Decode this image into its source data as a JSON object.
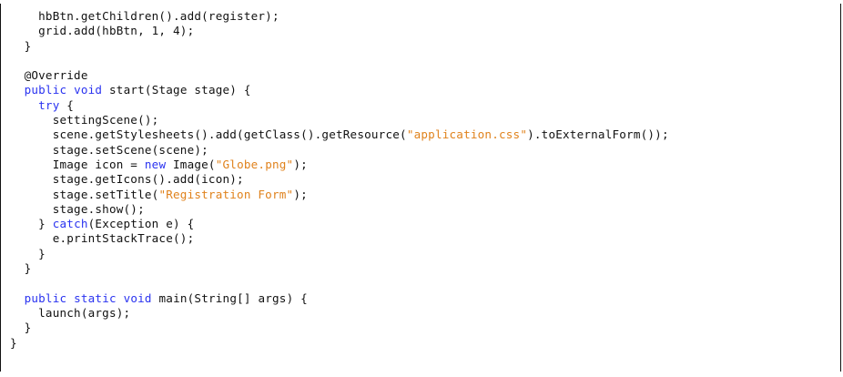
{
  "code": {
    "colors": {
      "keyword": "#2a33f0",
      "string": "#e0821c",
      "text": "#111111"
    },
    "lines": [
      {
        "indent": "    ",
        "tokens": [
          {
            "t": "plain",
            "v": "hbBtn.getChildren().add(register);"
          }
        ]
      },
      {
        "indent": "    ",
        "tokens": [
          {
            "t": "plain",
            "v": "grid.add(hbBtn, 1, 4);"
          }
        ]
      },
      {
        "indent": "  ",
        "tokens": [
          {
            "t": "plain",
            "v": "}"
          }
        ]
      },
      {
        "indent": "",
        "tokens": []
      },
      {
        "indent": "  ",
        "tokens": [
          {
            "t": "plain",
            "v": "@Override"
          }
        ]
      },
      {
        "indent": "  ",
        "tokens": [
          {
            "t": "keyword",
            "v": "public"
          },
          {
            "t": "plain",
            "v": " "
          },
          {
            "t": "keyword",
            "v": "void"
          },
          {
            "t": "plain",
            "v": " start(Stage stage) {"
          }
        ]
      },
      {
        "indent": "    ",
        "tokens": [
          {
            "t": "keyword",
            "v": "try"
          },
          {
            "t": "plain",
            "v": " {"
          }
        ]
      },
      {
        "indent": "      ",
        "tokens": [
          {
            "t": "plain",
            "v": "settingScene();"
          }
        ]
      },
      {
        "indent": "      ",
        "tokens": [
          {
            "t": "plain",
            "v": "scene.getStylesheets().add(getClass().getResource("
          },
          {
            "t": "string",
            "v": "\"application.css\""
          },
          {
            "t": "plain",
            "v": ").toExternalForm());"
          }
        ]
      },
      {
        "indent": "      ",
        "tokens": [
          {
            "t": "plain",
            "v": "stage.setScene(scene);"
          }
        ]
      },
      {
        "indent": "      ",
        "tokens": [
          {
            "t": "plain",
            "v": "Image icon = "
          },
          {
            "t": "keyword",
            "v": "new"
          },
          {
            "t": "plain",
            "v": " Image("
          },
          {
            "t": "string",
            "v": "\"Globe.png\""
          },
          {
            "t": "plain",
            "v": ");"
          }
        ]
      },
      {
        "indent": "      ",
        "tokens": [
          {
            "t": "plain",
            "v": "stage.getIcons().add(icon);"
          }
        ]
      },
      {
        "indent": "      ",
        "tokens": [
          {
            "t": "plain",
            "v": "stage.setTitle("
          },
          {
            "t": "string",
            "v": "\"Registration Form\""
          },
          {
            "t": "plain",
            "v": ");"
          }
        ]
      },
      {
        "indent": "      ",
        "tokens": [
          {
            "t": "plain",
            "v": "stage.show();"
          }
        ]
      },
      {
        "indent": "    ",
        "tokens": [
          {
            "t": "plain",
            "v": "} "
          },
          {
            "t": "keyword",
            "v": "catch"
          },
          {
            "t": "plain",
            "v": "(Exception e) {"
          }
        ]
      },
      {
        "indent": "      ",
        "tokens": [
          {
            "t": "plain",
            "v": "e.printStackTrace();"
          }
        ]
      },
      {
        "indent": "    ",
        "tokens": [
          {
            "t": "plain",
            "v": "}"
          }
        ]
      },
      {
        "indent": "  ",
        "tokens": [
          {
            "t": "plain",
            "v": "}"
          }
        ]
      },
      {
        "indent": "",
        "tokens": []
      },
      {
        "indent": "  ",
        "tokens": [
          {
            "t": "keyword",
            "v": "public"
          },
          {
            "t": "plain",
            "v": " "
          },
          {
            "t": "keyword",
            "v": "static"
          },
          {
            "t": "plain",
            "v": " "
          },
          {
            "t": "keyword",
            "v": "void"
          },
          {
            "t": "plain",
            "v": " main(String[] args) {"
          }
        ]
      },
      {
        "indent": "    ",
        "tokens": [
          {
            "t": "plain",
            "v": "launch(args);"
          }
        ]
      },
      {
        "indent": "  ",
        "tokens": [
          {
            "t": "plain",
            "v": "}"
          }
        ]
      },
      {
        "indent": "",
        "tokens": [
          {
            "t": "plain",
            "v": "}"
          }
        ]
      }
    ]
  }
}
